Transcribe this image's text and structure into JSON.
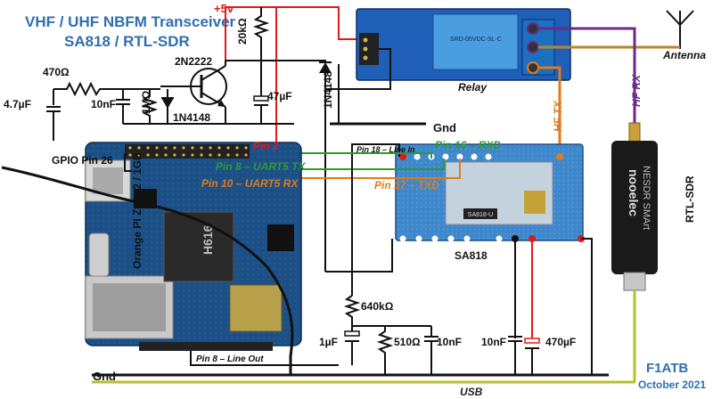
{
  "title": {
    "line1": "VHF / UHF NBFM Transceiver",
    "line2": "SA818 / RTL-SDR"
  },
  "power": {
    "vcc": "+5v",
    "gnd": "Gnd"
  },
  "components": {
    "r_470": "470Ω",
    "c_4u7": "4.7µF",
    "c_10n_left": "10nF",
    "r_1m": "1MΩ",
    "d_left": "1N4148",
    "q": "2N2222",
    "r_20k": "20kΩ",
    "c_47u": "47µF",
    "d_right": "1N4148",
    "r_640k": "640kΩ",
    "c_1u": "1µF",
    "r_510": "510Ω",
    "c_10n_mid": "10nF",
    "c_10n_right": "10nF",
    "c_470u": "470µF"
  },
  "modules": {
    "relay": "Relay",
    "relay_marking": "SRD-05VDC-SL-C",
    "antenna": "Antenna",
    "sa818": "SA818",
    "sa818_chip": "SA818-U",
    "rtl_sdr": "RTL-SDR",
    "nooelec": "nooelec",
    "nesdr": "NESDR SMArt",
    "board": "Orange PI Zero 2 / 1GB",
    "soc": "H616",
    "usb": "USB"
  },
  "pins": {
    "gpio26": "GPIO Pin 26",
    "pin2": "Pin 2",
    "pin8_line_out": "Pin 8 – Line Out",
    "pin10_rx": "Pin 10 – UART5 RX",
    "pin8_tx": "Pin 8 – UART5 TX",
    "pin18_line_in": "Pin 18 – Line In",
    "pin16_rxd": "Pin 16 – RXD",
    "pin17_txd": "Pin 17 – TXD"
  },
  "signals": {
    "hf_tx": "HF TX",
    "hf_rx": "HF RX"
  },
  "signature": {
    "author": "F1ATB",
    "date": "October 2021"
  },
  "colors": {
    "title_blue": "#2f6fb0",
    "wire": "#111111",
    "vcc_red": "#e01919",
    "green": "#2e9a2e",
    "orange": "#e07a1a",
    "purple": "#6a2a8a",
    "relay_blue": "#1f5fb8",
    "sa818_blue": "#3f88cc",
    "board_blue": "#1c4f86",
    "sdr_black": "#1a1a1a",
    "usb_yellow": "#b3c12d"
  }
}
